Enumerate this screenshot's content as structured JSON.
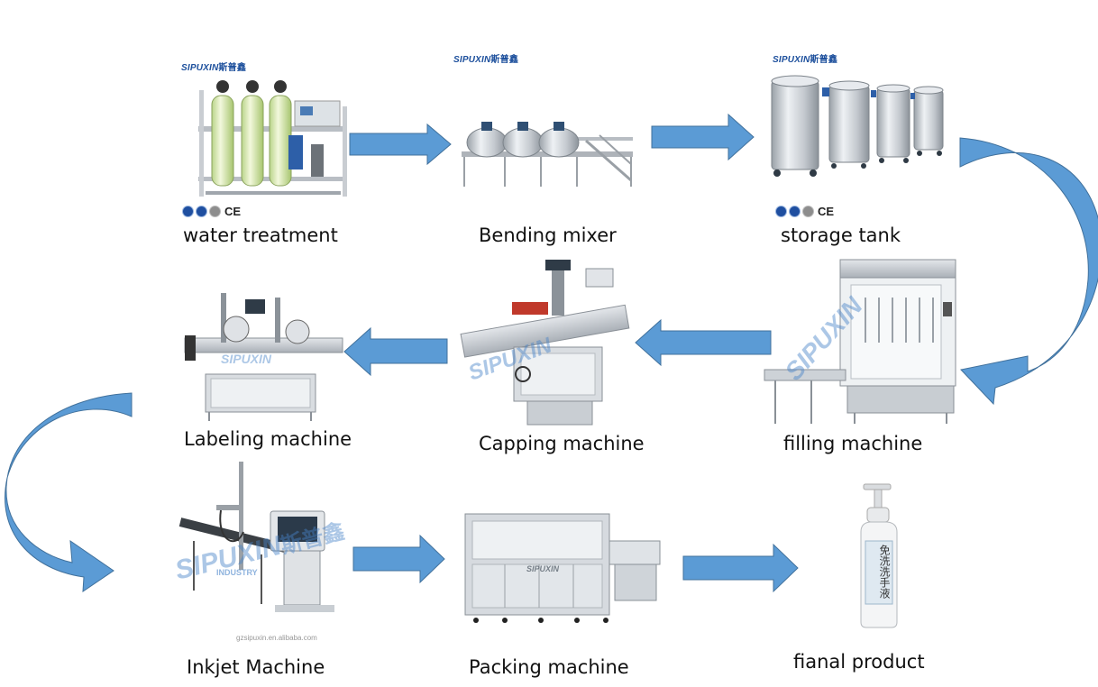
{
  "brand": "SIPUXIN",
  "brand_cn": "斯普鑫",
  "stages": [
    {
      "id": "water-treatment",
      "label": "water treatment"
    },
    {
      "id": "bending-mixer",
      "label": "Bending mixer"
    },
    {
      "id": "storage-tank",
      "label": "storage tank"
    },
    {
      "id": "filling-machine",
      "label": "filling machine"
    },
    {
      "id": "capping-machine",
      "label": "Capping machine"
    },
    {
      "id": "labeling-machine",
      "label": "Labeling machine"
    },
    {
      "id": "inkjet-machine",
      "label": "Inkjet Machine"
    },
    {
      "id": "packing-machine",
      "label": "Packing machine"
    },
    {
      "id": "final-product",
      "label": "fianal product"
    }
  ],
  "bottle_text": "免洗洗手液",
  "watermark_url": "gzsipuxin.en.alibaba.com",
  "watermark_industry": "INDUSTRY",
  "arrow_color": "#5b9bd5",
  "arrow_stroke": "#41719c"
}
